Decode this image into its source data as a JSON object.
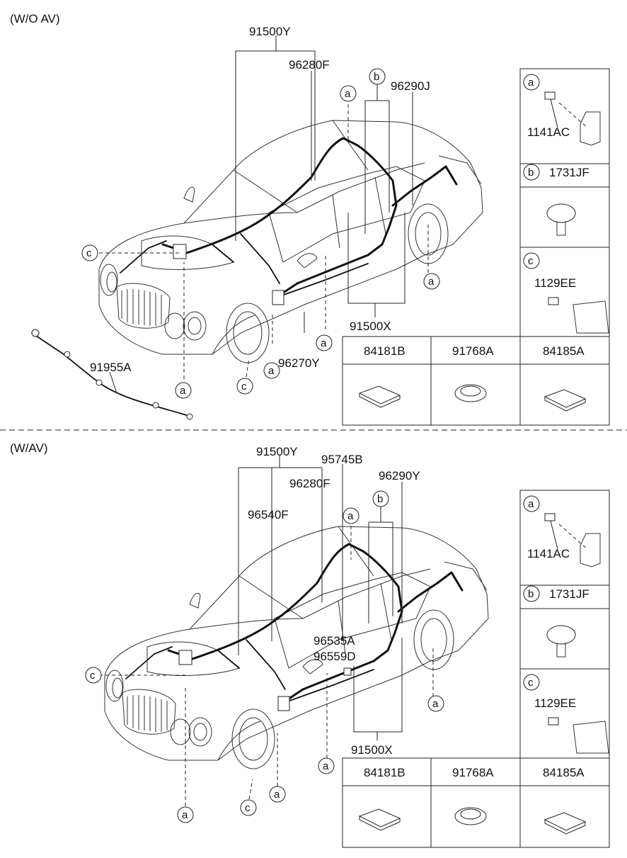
{
  "sections": {
    "wo_av": {
      "title": "(W/O AV)",
      "labels": {
        "p91500Y": "91500Y",
        "p96280F": "96280F",
        "p96290J": "96290J",
        "p91500X": "91500X",
        "p96270Y": "96270Y",
        "p91955A": "91955A"
      },
      "callouts": {
        "a": "a",
        "b": "b",
        "c": "c"
      },
      "side_panel": {
        "a": {
          "key": "a",
          "part": "1141AC"
        },
        "b": {
          "key": "b",
          "part": "1731JF"
        },
        "c": {
          "key": "c",
          "part": "1129EE"
        }
      },
      "parts_table": [
        "84181B",
        "91768A",
        "84185A"
      ]
    },
    "w_av": {
      "title": "(W/AV)",
      "labels": {
        "p91500Y": "91500Y",
        "p95745B": "95745B",
        "p96290Y": "96290Y",
        "p96280F": "96280F",
        "p96540F": "96540F",
        "p96535A": "96535A",
        "p96559D": "96559D",
        "p91500X": "91500X"
      },
      "callouts": {
        "a": "a",
        "b": "b",
        "c": "c"
      },
      "side_panel": {
        "a": {
          "key": "a",
          "part": "1141AC"
        },
        "b": {
          "key": "b",
          "part": "1731JF"
        },
        "c": {
          "key": "c",
          "part": "1129EE"
        }
      },
      "parts_table": [
        "84181B",
        "91768A",
        "84185A"
      ]
    }
  }
}
